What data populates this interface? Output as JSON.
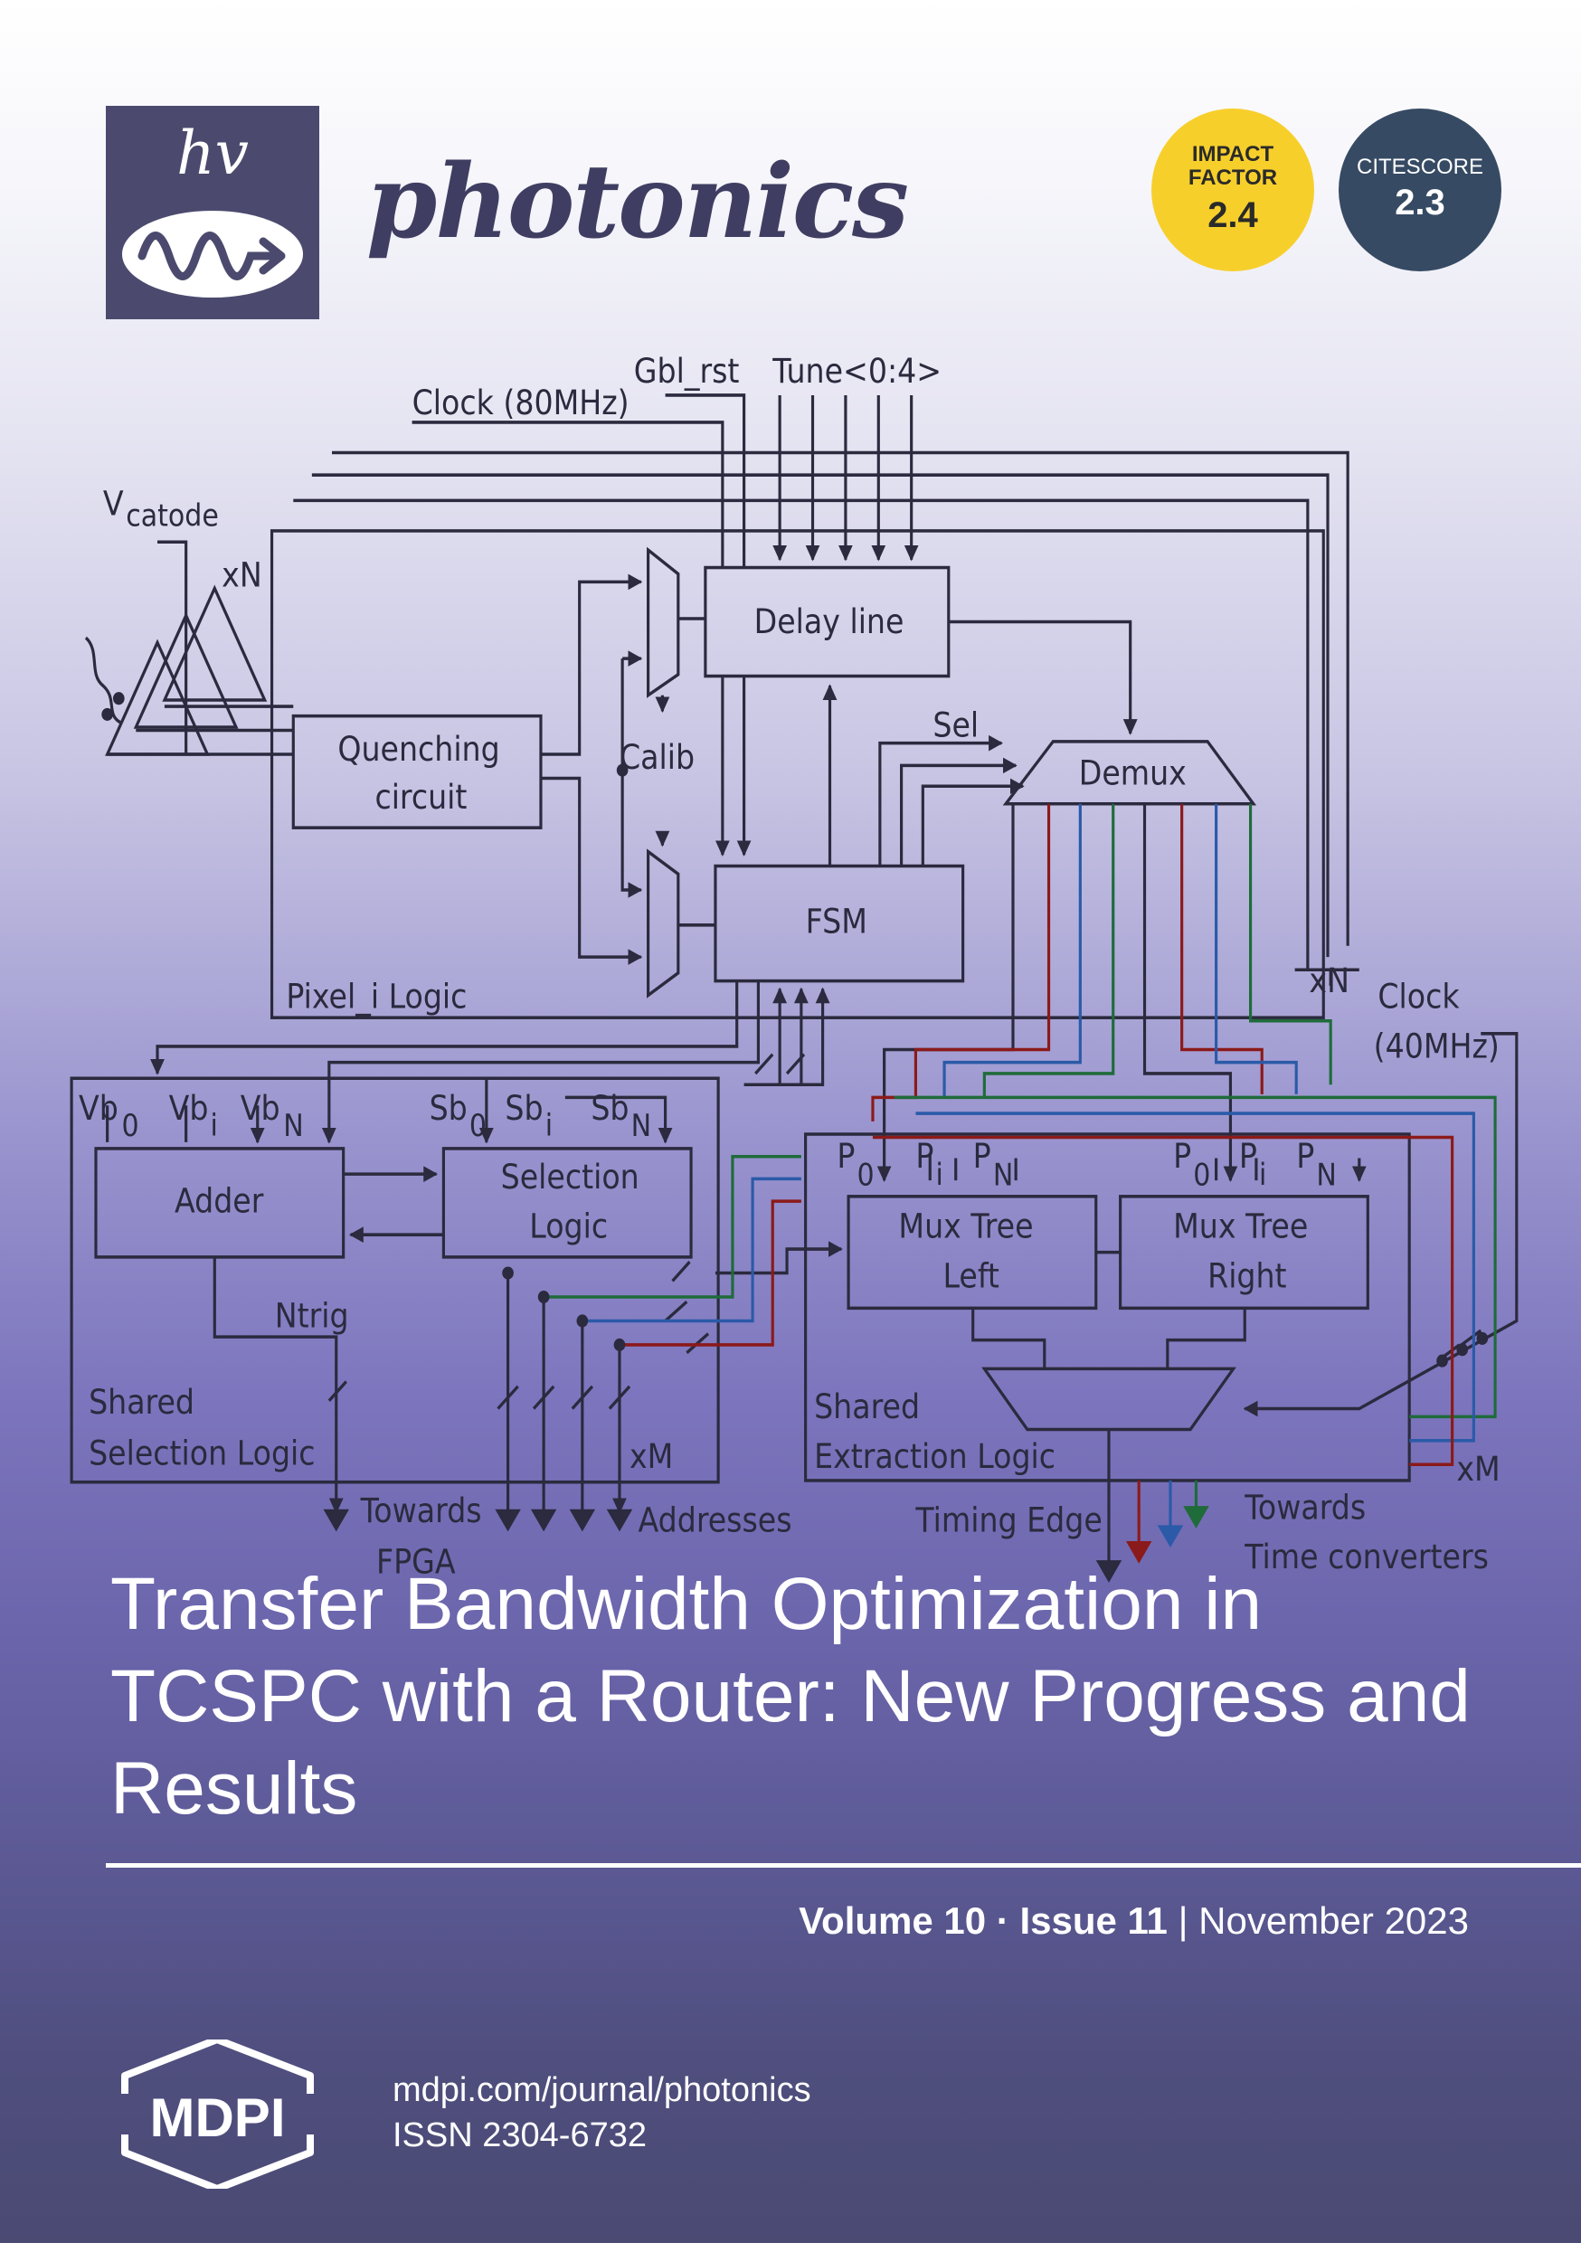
{
  "journal": {
    "logo_text": "hv",
    "name": "photonics"
  },
  "badges": {
    "impact_factor": {
      "label_line1": "IMPACT",
      "label_line2": "FACTOR",
      "value": "2.4",
      "color": "#f7cf2b"
    },
    "citescore": {
      "label": "CITESCORE",
      "value": "2.3",
      "color": "#364a63"
    }
  },
  "diagram": {
    "labels": {
      "clock80": "Clock (80MHz)",
      "gbl_rst": "Gbl_rst",
      "tune": "Tune<0:4>",
      "vcatode": "V",
      "vcatode_sub": "catode",
      "xn_top": "xN",
      "delay_line": "Delay line",
      "quenching_1": "Quenching",
      "quenching_2": "circuit",
      "calib": "Calib",
      "sel": "Sel",
      "demux": "Demux",
      "fsm": "FSM",
      "pixel_logic": "Pixel_i Logic",
      "xn_right": "xN",
      "clock40_1": "Clock",
      "clock40_2": "(40MHz)",
      "adder": "Adder",
      "selection_1": "Selection",
      "selection_2": "Logic",
      "mux_left_1": "Mux Tree",
      "mux_left_2": "Left",
      "mux_right_1": "Mux Tree",
      "mux_right_2": "Right",
      "ntrig": "Ntrig",
      "shared_sel_1": "Shared",
      "shared_sel_2": "Selection Logic",
      "shared_ext_1": "Shared",
      "shared_ext_2": "Extraction Logic",
      "xm_left": "xM",
      "xm_right": "xM",
      "towards_fpga_1": "Towards",
      "towards_fpga_2": "FPGA",
      "addresses": "Addresses",
      "timing_edge": "Timing Edge",
      "towards_tc_1": "Towards",
      "towards_tc_2": "Time converters",
      "vb": "Vb",
      "sb": "Sb",
      "p": "P",
      "sub_0": "0",
      "sub_i": "i",
      "sub_n": "N"
    },
    "signal_colors": {
      "red": "#8b1a1a",
      "blue": "#2a5aa8",
      "green": "#1f6b3a"
    }
  },
  "article_title": "Transfer Bandwidth Optimization in TCSPC with a Router: New Progress and Results",
  "issue": {
    "volume": "Volume 10",
    "separator": " · ",
    "issue": "Issue 11",
    "divider": " | ",
    "date": "November 2023"
  },
  "publisher": {
    "name": "MDPI"
  },
  "footer": {
    "url": "mdpi.com/journal/photonics",
    "issn": "ISSN 2304-6732"
  }
}
